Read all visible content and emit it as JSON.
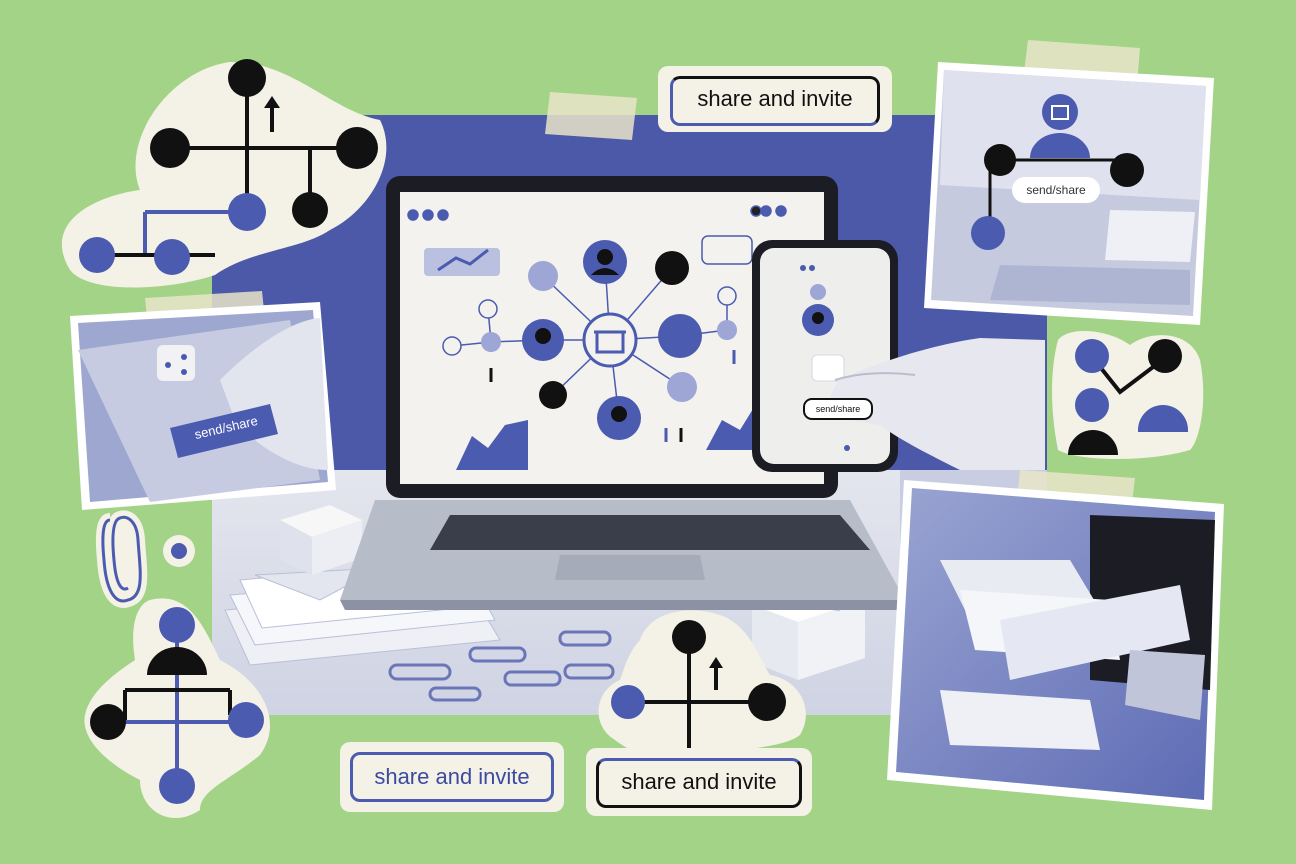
{
  "labels": {
    "top": "share and invite",
    "bottom_left": "share and invite",
    "bottom_center": "share and invite"
  },
  "buttons": {
    "send_share_photo": "send/share",
    "send_share_top_right": "send/share",
    "send_share_phone": "send/share"
  },
  "colors": {
    "background": "#a3d386",
    "accent_blue": "#4a5bb0",
    "paper": "#f4f1e6",
    "ink": "#111111"
  }
}
